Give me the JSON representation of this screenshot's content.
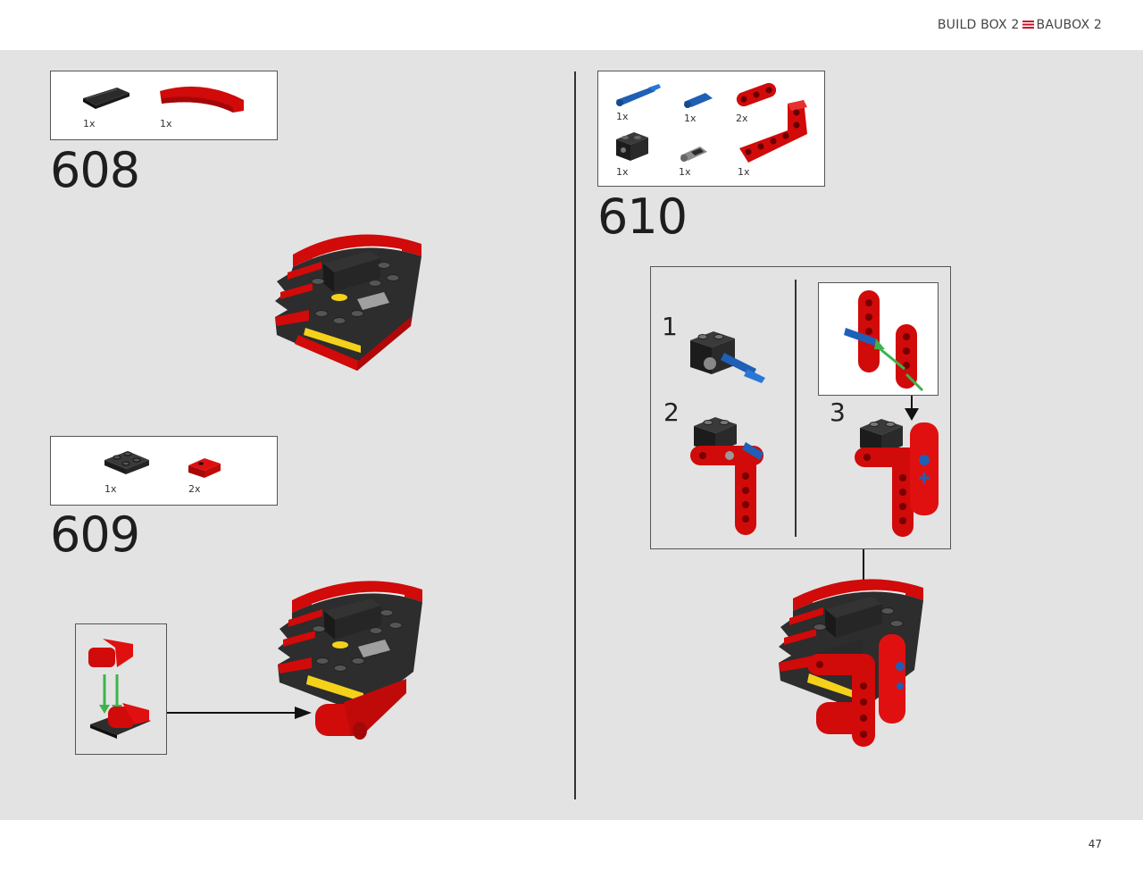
{
  "header": {
    "build_box": "BUILD BOX 2",
    "baubox": "BAUBOX 2"
  },
  "footer": {
    "page_number": "47"
  },
  "steps": [
    {
      "number": "608",
      "parts": [
        {
          "qty": "1x",
          "part": "black-tile-icon"
        },
        {
          "qty": "1x",
          "part": "red-curved-slope-icon"
        }
      ]
    },
    {
      "number": "609",
      "parts": [
        {
          "qty": "1x",
          "part": "black-plate-icon"
        },
        {
          "qty": "2x",
          "part": "red-bracket-icon"
        }
      ]
    },
    {
      "number": "610",
      "parts": [
        {
          "qty": "1x",
          "part": "blue-axle-pin-icon"
        },
        {
          "qty": "1x",
          "part": "blue-pin-icon"
        },
        {
          "qty": "2x",
          "part": "red-beam-3-icon"
        },
        {
          "qty": "1x",
          "part": "black-technic-brick-icon"
        },
        {
          "qty": "1x",
          "part": "grey-pin-icon"
        },
        {
          "qty": "1x",
          "part": "red-l-beam-icon"
        }
      ],
      "substeps": [
        "1",
        "2",
        "3"
      ]
    }
  ],
  "colors": {
    "red": "#d10a0a",
    "black": "#2d2d2d",
    "yellow": "#f4d21b",
    "blue": "#1f5fb5",
    "green": "#3cb44b",
    "background": "#e3e3e3"
  }
}
